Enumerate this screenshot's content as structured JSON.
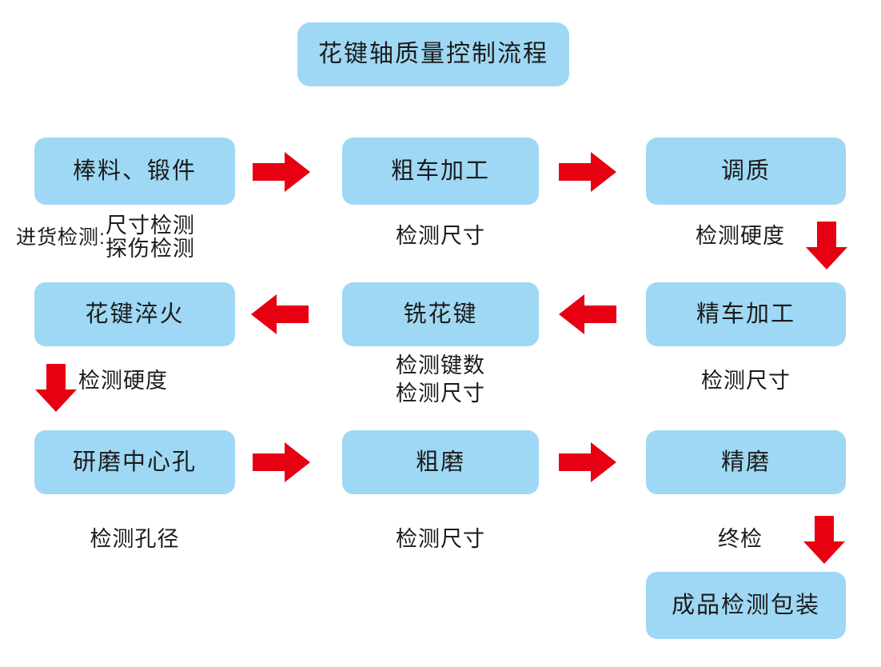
{
  "title": {
    "label": "花键轴质量控制流程"
  },
  "colors": {
    "node_fill": "#9FD8F4",
    "arrow_red": "#E60012",
    "text": "#1b1b1b",
    "background": "#ffffff"
  },
  "nodes": [
    {
      "id": "n1",
      "label": "棒料、锻件"
    },
    {
      "id": "n2",
      "label": "粗车加工"
    },
    {
      "id": "n3",
      "label": "调质"
    },
    {
      "id": "n4",
      "label": "花键淬火"
    },
    {
      "id": "n5",
      "label": "铣花键"
    },
    {
      "id": "n6",
      "label": "精车加工"
    },
    {
      "id": "n7",
      "label": "研磨中心孔"
    },
    {
      "id": "n8",
      "label": "粗磨"
    },
    {
      "id": "n9",
      "label": "精磨"
    },
    {
      "id": "n10",
      "label": "成品检测包装"
    }
  ],
  "captions": {
    "c1_lead": "进货检测:",
    "c1_line1": "尺寸检测",
    "c1_line2": "探伤检测",
    "c2": "检测尺寸",
    "c3": "检测硬度",
    "c4": "检测硬度",
    "c5_line1": "检测键数",
    "c5_line2": "检测尺寸",
    "c6": "检测尺寸",
    "c7": "检测孔径",
    "c8": "检测尺寸",
    "c9": "终检"
  },
  "arrows": [
    {
      "id": "a1",
      "direction": "right",
      "from": "n1",
      "to": "n2"
    },
    {
      "id": "a2",
      "direction": "right",
      "from": "n2",
      "to": "n3"
    },
    {
      "id": "a3",
      "direction": "down",
      "from": "n3",
      "to": "n6"
    },
    {
      "id": "a4",
      "direction": "left",
      "from": "n6",
      "to": "n5"
    },
    {
      "id": "a5",
      "direction": "left",
      "from": "n5",
      "to": "n4"
    },
    {
      "id": "a6",
      "direction": "down",
      "from": "n4",
      "to": "n7"
    },
    {
      "id": "a7",
      "direction": "right",
      "from": "n7",
      "to": "n8"
    },
    {
      "id": "a8",
      "direction": "right",
      "from": "n8",
      "to": "n9"
    },
    {
      "id": "a9",
      "direction": "down",
      "from": "n9",
      "to": "n10"
    }
  ]
}
